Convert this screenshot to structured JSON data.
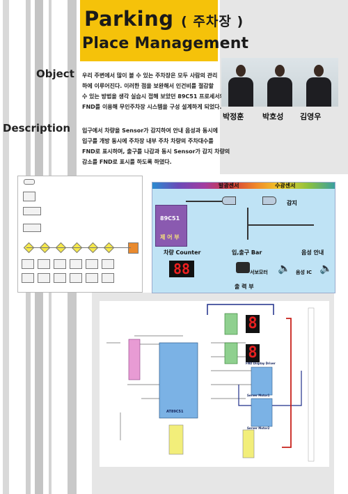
{
  "title": {
    "line1_main": "Parking",
    "line1_paren": "( 주차장 )",
    "line2": "Place Management"
  },
  "sections": {
    "object_label": "Object",
    "object_lines": [
      "우리 주변에서 많이 볼 수 있는 주차장은 모두 사람의 관리",
      "하에 이루어진다. 이러한 점을 보완해서 인건비를 절감할",
      "수 있는 방법을 생각 실습시 접해 보았던 89C51 프로세서와",
      "FND를 이용해 무인주차장 시스템을 구성 설계하게 되었다."
    ],
    "description_label": "Description",
    "description_lines": [
      "입구에서 차량을 Sensor가 감지하여 안내 음성과 동시에",
      "입구를 개방 동시에 주차장 내부 주차 차량의 주차대수를",
      "FND로 표시하며, 출구를 나감과 동시 Sensor가 감지 차량의",
      "감소를 FND로 표시를 하도록 하였다."
    ]
  },
  "members": [
    {
      "name": "박정훈"
    },
    {
      "name": "박호성"
    },
    {
      "name": "김영우"
    }
  ],
  "block_diagram": {
    "emitter": "발광센서",
    "receiver": "수광센서",
    "cpu": "89C51",
    "control": "제 어 부",
    "sense": "감지",
    "counter": "차량 Counter",
    "counter_digits": "88",
    "bar": "입,출구 Bar",
    "voice": "음성 안내",
    "servo": "서보모터",
    "voice_ic": "음성 IC",
    "output": "출 력 부"
  },
  "schematic": {
    "mcu": "AT89C51",
    "fnd_driver": "FND Display Driver",
    "servo1": "Server Motor1",
    "servo2": "Server Motor2",
    "digit": "8"
  },
  "colors": {
    "title_bg": "#f5c20a",
    "stripe": "#c9c9c9",
    "panel": "#e6e6e6"
  }
}
